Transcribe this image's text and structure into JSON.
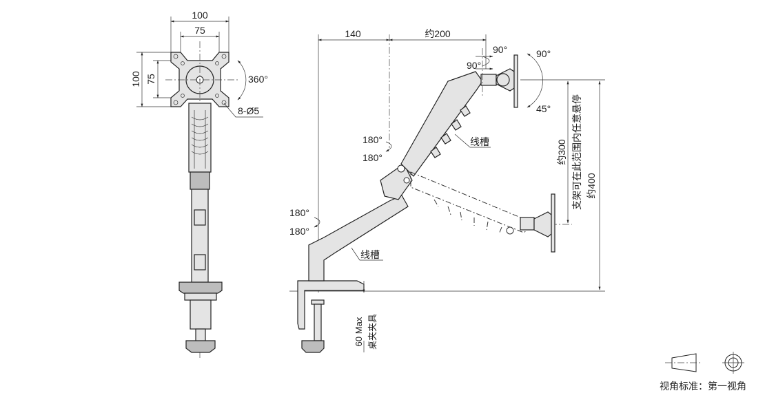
{
  "front_view": {
    "dim_top_outer": "100",
    "dim_top_inner": "75",
    "dim_side_outer": "100",
    "dim_side_inner": "75",
    "rotation": "360°",
    "holes": "8-Ø5"
  },
  "side_view": {
    "dim_reach_base": "140",
    "dim_reach_arm": "约200",
    "head_tilt_top": "90°",
    "head_tilt_bottom": "90°",
    "monitor_tilt_up": "90°",
    "monitor_tilt_down": "45°",
    "elbow_swivel_top": "180°",
    "elbow_swivel_bottom": "180°",
    "cable_channel_upper": "线槽",
    "base_swivel_top": "180°",
    "base_swivel_bottom": "180°",
    "cable_channel_lower": "线槽",
    "height_range": "约300",
    "height_note": "支架可在此范围内任意悬停",
    "height_max": "约400",
    "clamp_thickness": "60 Max",
    "clamp_label": "桌夹夹具"
  },
  "projection": {
    "label": "视角标准：第一视角"
  }
}
